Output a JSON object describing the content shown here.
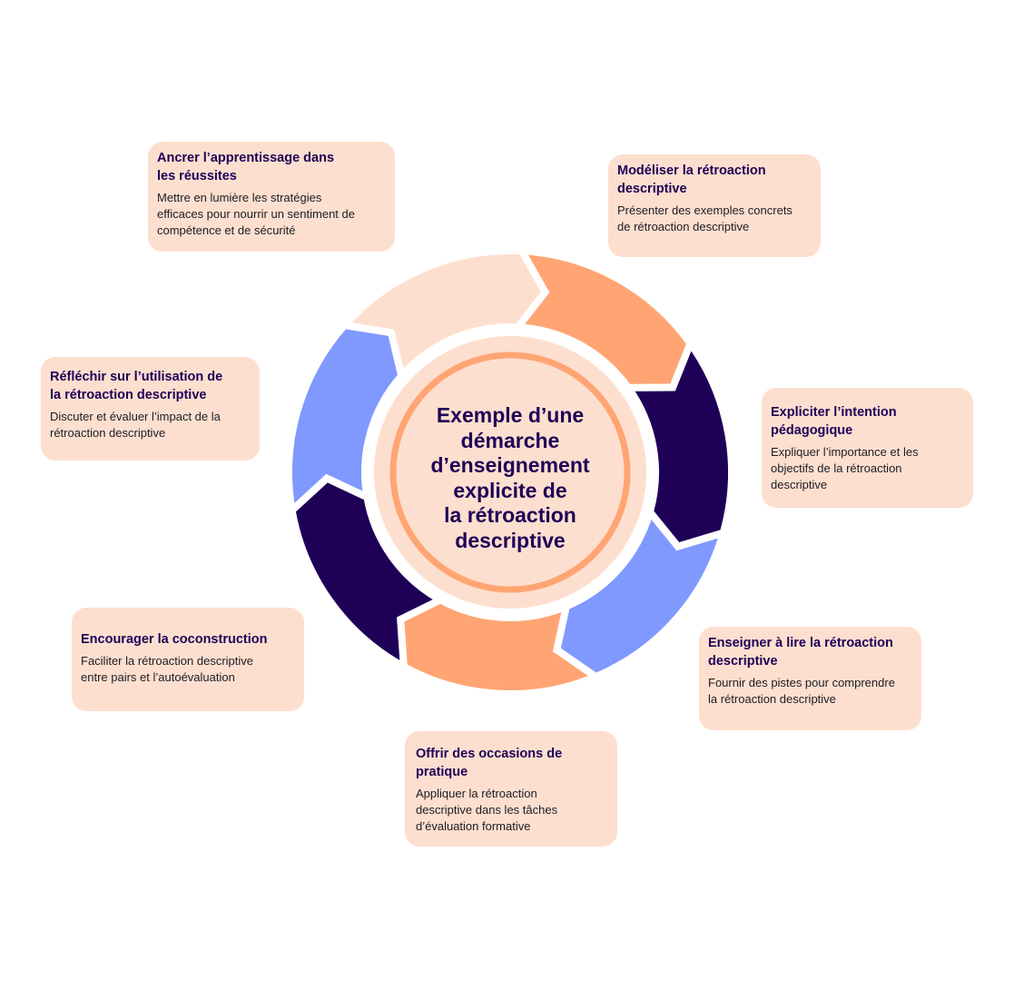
{
  "center_title": "Exemple d’une\ndémarche\nd’enseignement\nexplicite de\nla rétroaction\ndescriptive",
  "colors": {
    "pale": "#FDDFCF",
    "orange": "#FFA573",
    "navy": "#1F0057",
    "blue": "#7F99FF",
    "ring": "#FFA573"
  },
  "segment_colors": [
    "#FFA573",
    "#1F0057",
    "#7F99FF",
    "#FFA573",
    "#1F0057",
    "#7F99FF",
    "#FDDFCF"
  ],
  "steps": [
    {
      "title": "Modéliser la rétroaction\ndescriptive",
      "desc": "Présenter des exemples concrets\nde rétroaction descriptive"
    },
    {
      "title": "Expliciter l’intention\npédagogique",
      "desc": "Expliquer l’importance et les\nobjectifs de la rétroaction\ndescriptive"
    },
    {
      "title": "Enseigner à lire la rétroaction\ndescriptive",
      "desc": "Fournir des pistes pour comprendre\nla rétroaction descriptive"
    },
    {
      "title": "Offrir des occasions de\npratique",
      "desc": "Appliquer la rétroaction\ndescriptive dans les tâches\nd’évaluation formative"
    },
    {
      "title": "Encourager la coconstruction",
      "desc": "Faciliter la rétroaction descriptive\nentre pairs et l’autoévaluation"
    },
    {
      "title": "Réfléchir sur l’utilisation de\nla rétroaction descriptive",
      "desc": "Discuter et évaluer l’impact de la\nrétroaction descriptive"
    },
    {
      "title": "Ancrer l’apprentissage dans\nles réussites",
      "desc": "Mettre en lumière les stratégies\nefficaces pour nourrir un sentiment de\ncompétence et de sécurité"
    }
  ]
}
